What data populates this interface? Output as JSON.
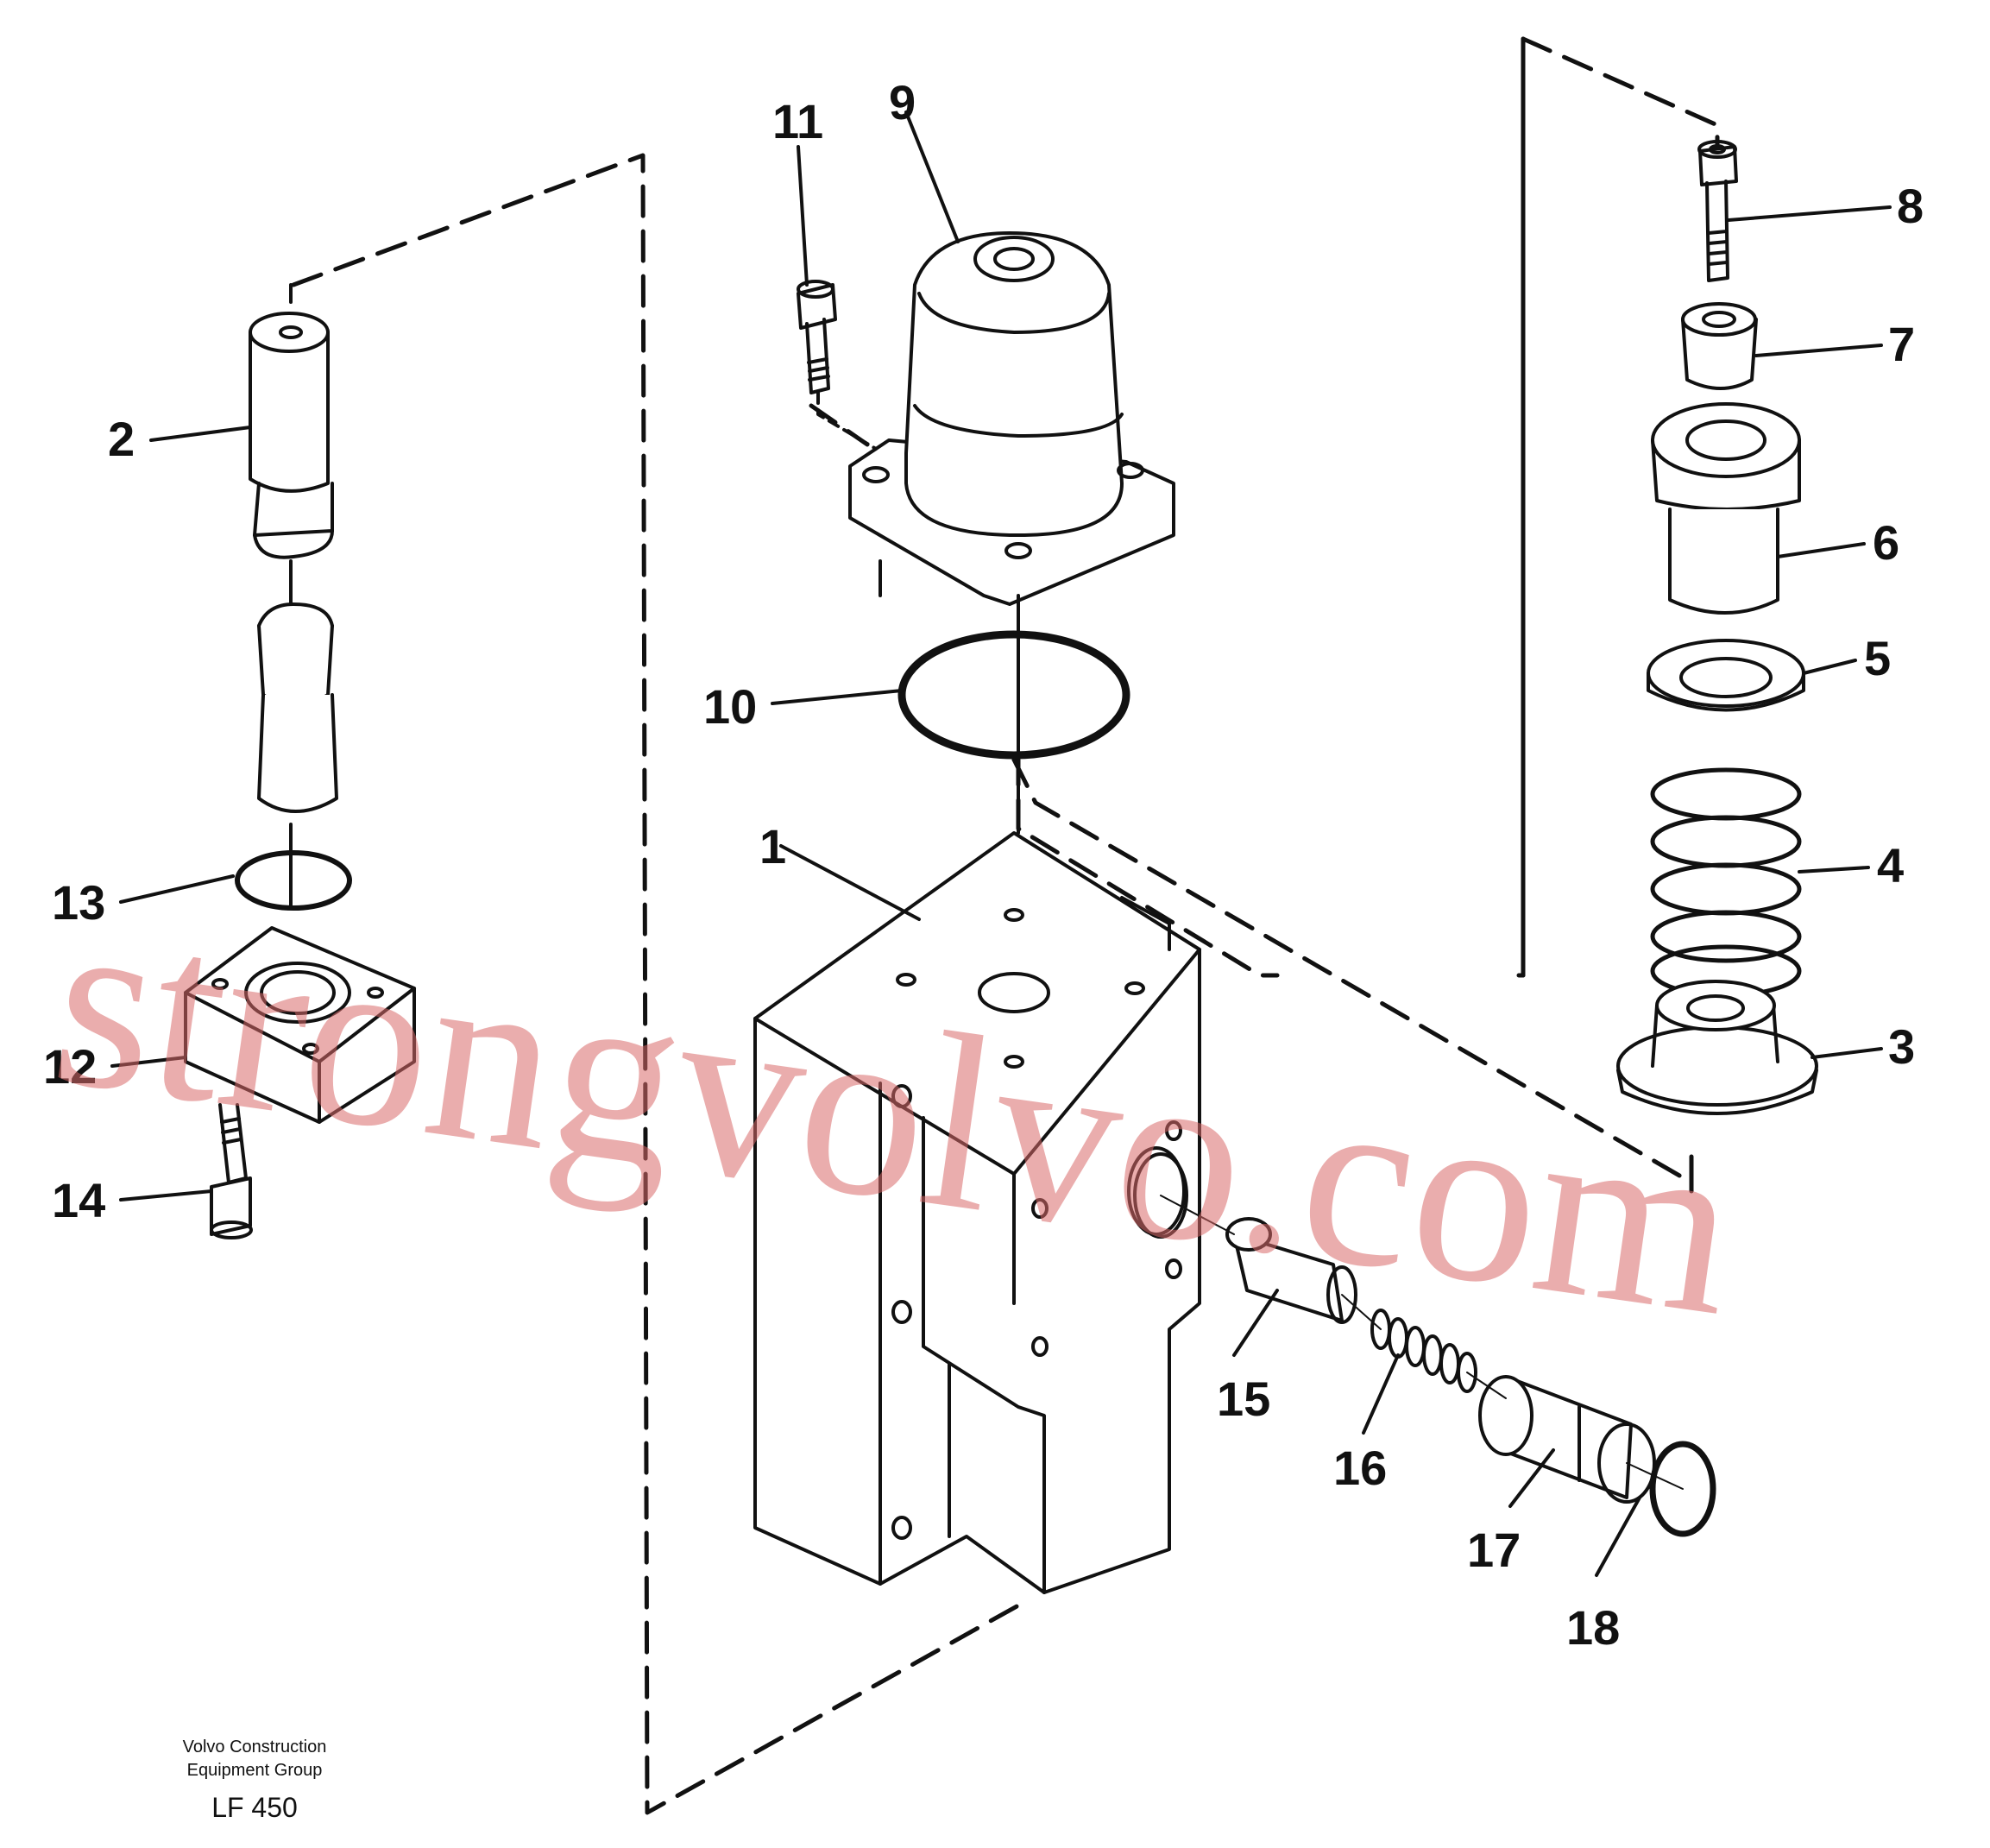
{
  "diagram": {
    "callouts": [
      "1",
      "2",
      "3",
      "4",
      "5",
      "6",
      "7",
      "8",
      "9",
      "10",
      "11",
      "12",
      "13",
      "14",
      "15",
      "16",
      "17",
      "18"
    ],
    "footer": {
      "line1": "Volvo Construction",
      "line2": "Equipment Group",
      "code": "LF 450"
    },
    "watermark": "strongvolvo.com",
    "colors": {
      "ink": "#111111",
      "watermark": "#d96a6a",
      "background": "#ffffff"
    }
  }
}
